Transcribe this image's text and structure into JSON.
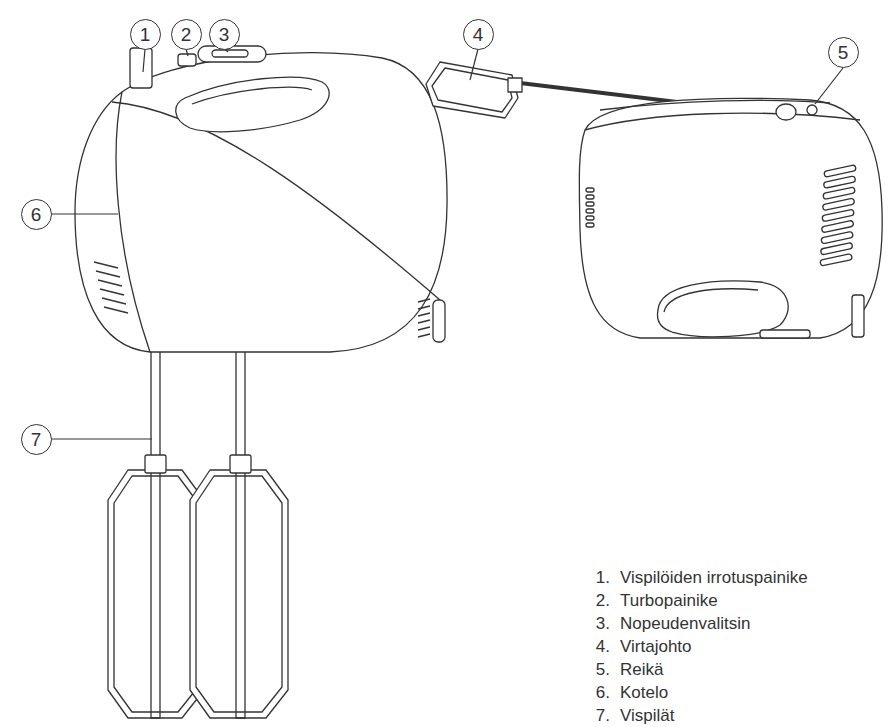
{
  "diagram": {
    "labels": [
      "1",
      "2",
      "3",
      "4",
      "5",
      "6",
      "7",
      "1.",
      "Vispilöiden irrotuspainike",
      "2.",
      "Turbopainike",
      "3.",
      "Nopeudenvalitsin",
      "4.",
      "Virtajohto",
      "5.",
      "Reikä",
      "6.",
      "Kotelo",
      "7.",
      "Vispilät"
    ]
  }
}
